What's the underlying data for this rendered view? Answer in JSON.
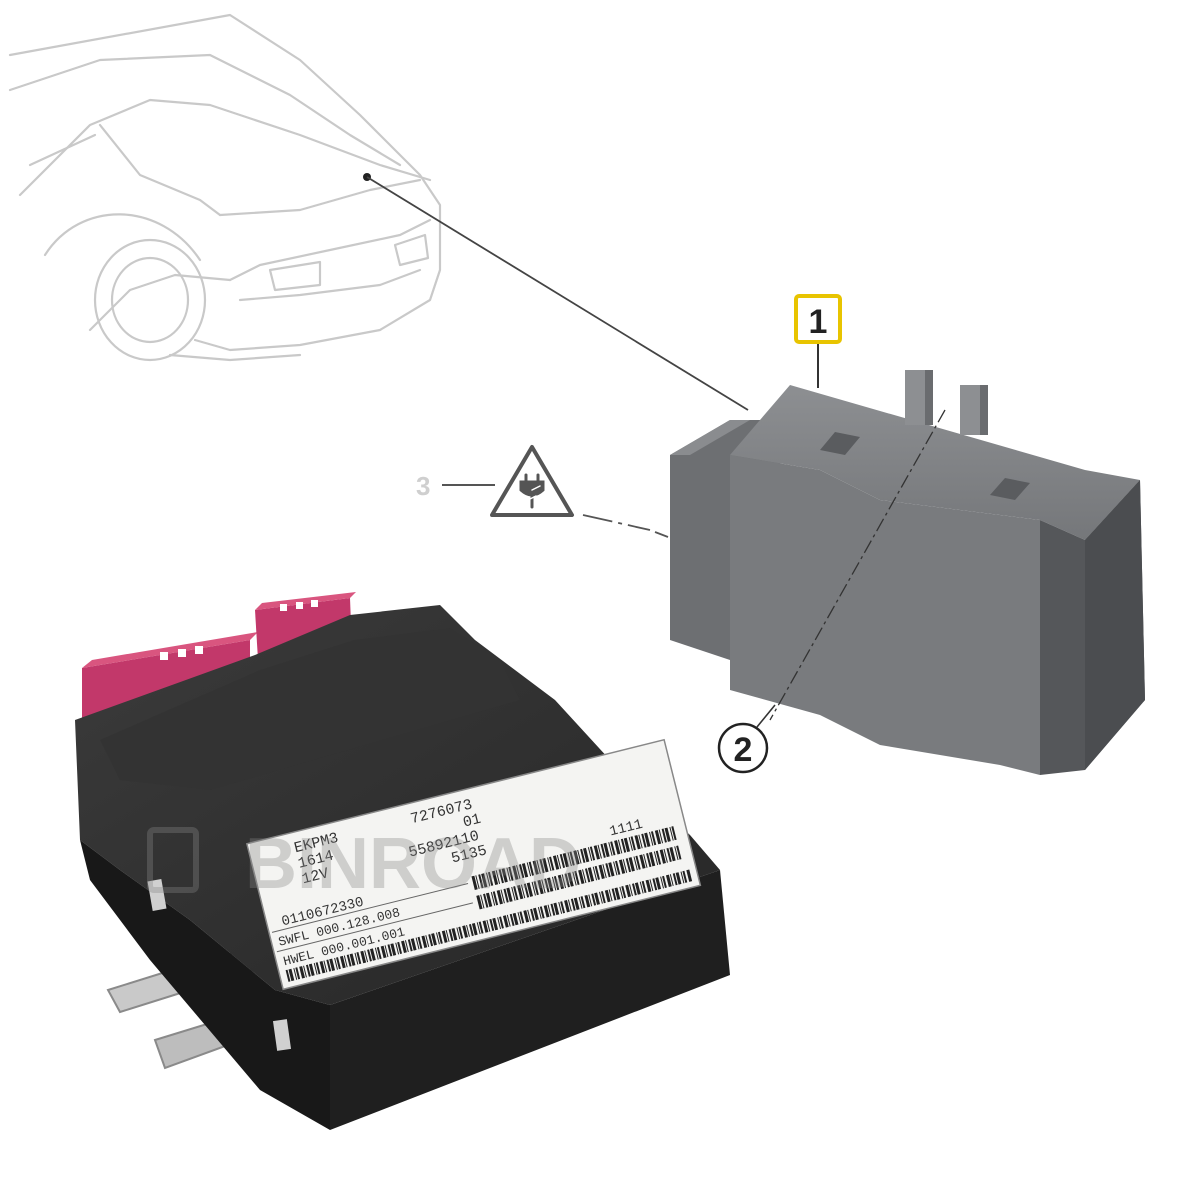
{
  "callouts": {
    "c1": "1",
    "c2": "2",
    "c3": "3"
  },
  "module_label": {
    "line1_left": "EKPM3",
    "line1_right": "7276073",
    "line2_left": "1614",
    "line2_right": "01",
    "line3_left": "12V",
    "line3_right": "55892110",
    "line4_right": "5135",
    "line5_left": "0110672330",
    "line5_right": "1111",
    "line6": "SWFL 000.128.008",
    "line7": "HWEL 000.001.001"
  },
  "watermark": "BINROAD",
  "icons": [
    "rear-car-outline",
    "electrical-warning-icon",
    "plug-icon"
  ],
  "colors": {
    "callout_highlight": "#e8c400",
    "connector_pink": "#c2386a",
    "module_body": "#2a2a2a",
    "diagram_box": "#7b7d80"
  }
}
